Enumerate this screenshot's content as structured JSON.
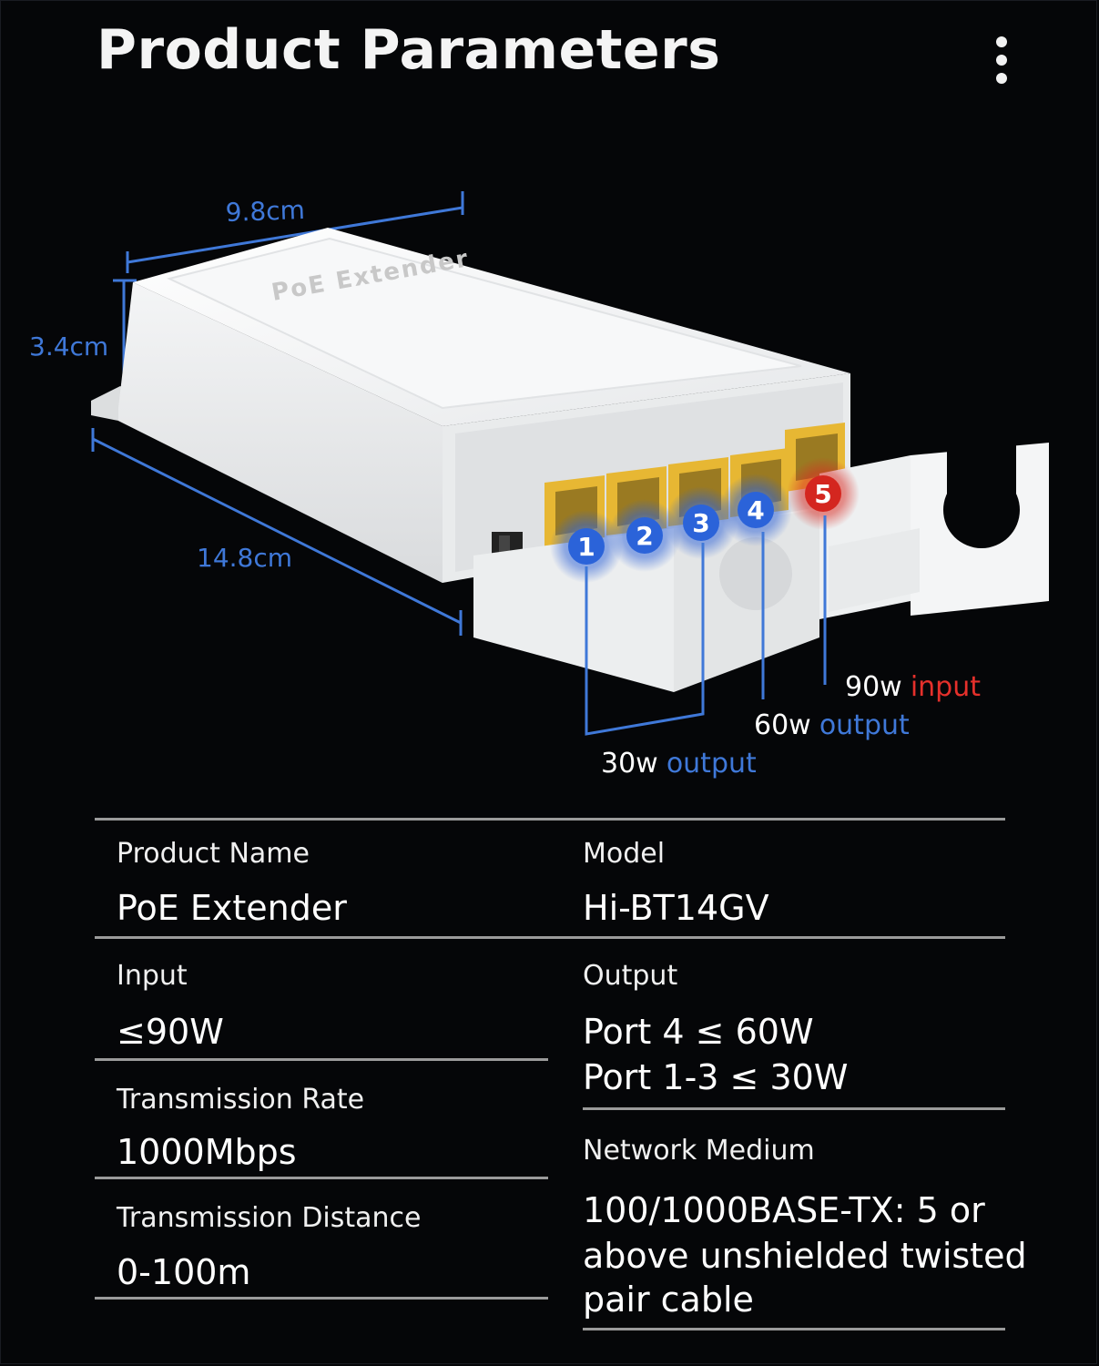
{
  "header": {
    "title": "Product Parameters",
    "menu_icon": "vertical-ellipsis-icon"
  },
  "illustration": {
    "brand": "PoE Extender",
    "dimensions": {
      "width": "9.8cm",
      "height": "3.4cm",
      "depth": "14.8cm"
    },
    "ports": [
      "1",
      "2",
      "3",
      "4",
      "5"
    ],
    "legend": {
      "input": {
        "power": "90w",
        "word": "input"
      },
      "output60": {
        "power": "60w",
        "word": "output"
      },
      "output30": {
        "power": "30w",
        "word": "output"
      }
    },
    "colors": {
      "accent_blue": "#3f78d8",
      "input_red": "#e5302b",
      "port_yellow": "#e7b733"
    }
  },
  "specs": {
    "product_name": {
      "label": "Product Name",
      "value": "PoE Extender"
    },
    "model": {
      "label": "Model",
      "value": "Hi-BT14GV"
    },
    "input": {
      "label": "Input",
      "value": "≤90W"
    },
    "output": {
      "label": "Output",
      "line1": "Port 4 ≤ 60W",
      "line2": "Port 1-3 ≤ 30W"
    },
    "rate": {
      "label": "Transmission Rate",
      "value": "1000Mbps"
    },
    "medium": {
      "label": "Network Medium",
      "line1": "100/1000BASE-TX: 5 or",
      "line2": "above unshielded twisted",
      "line3": "pair cable"
    },
    "distance": {
      "label": "Transmission Distance",
      "value": "0-100m"
    }
  }
}
